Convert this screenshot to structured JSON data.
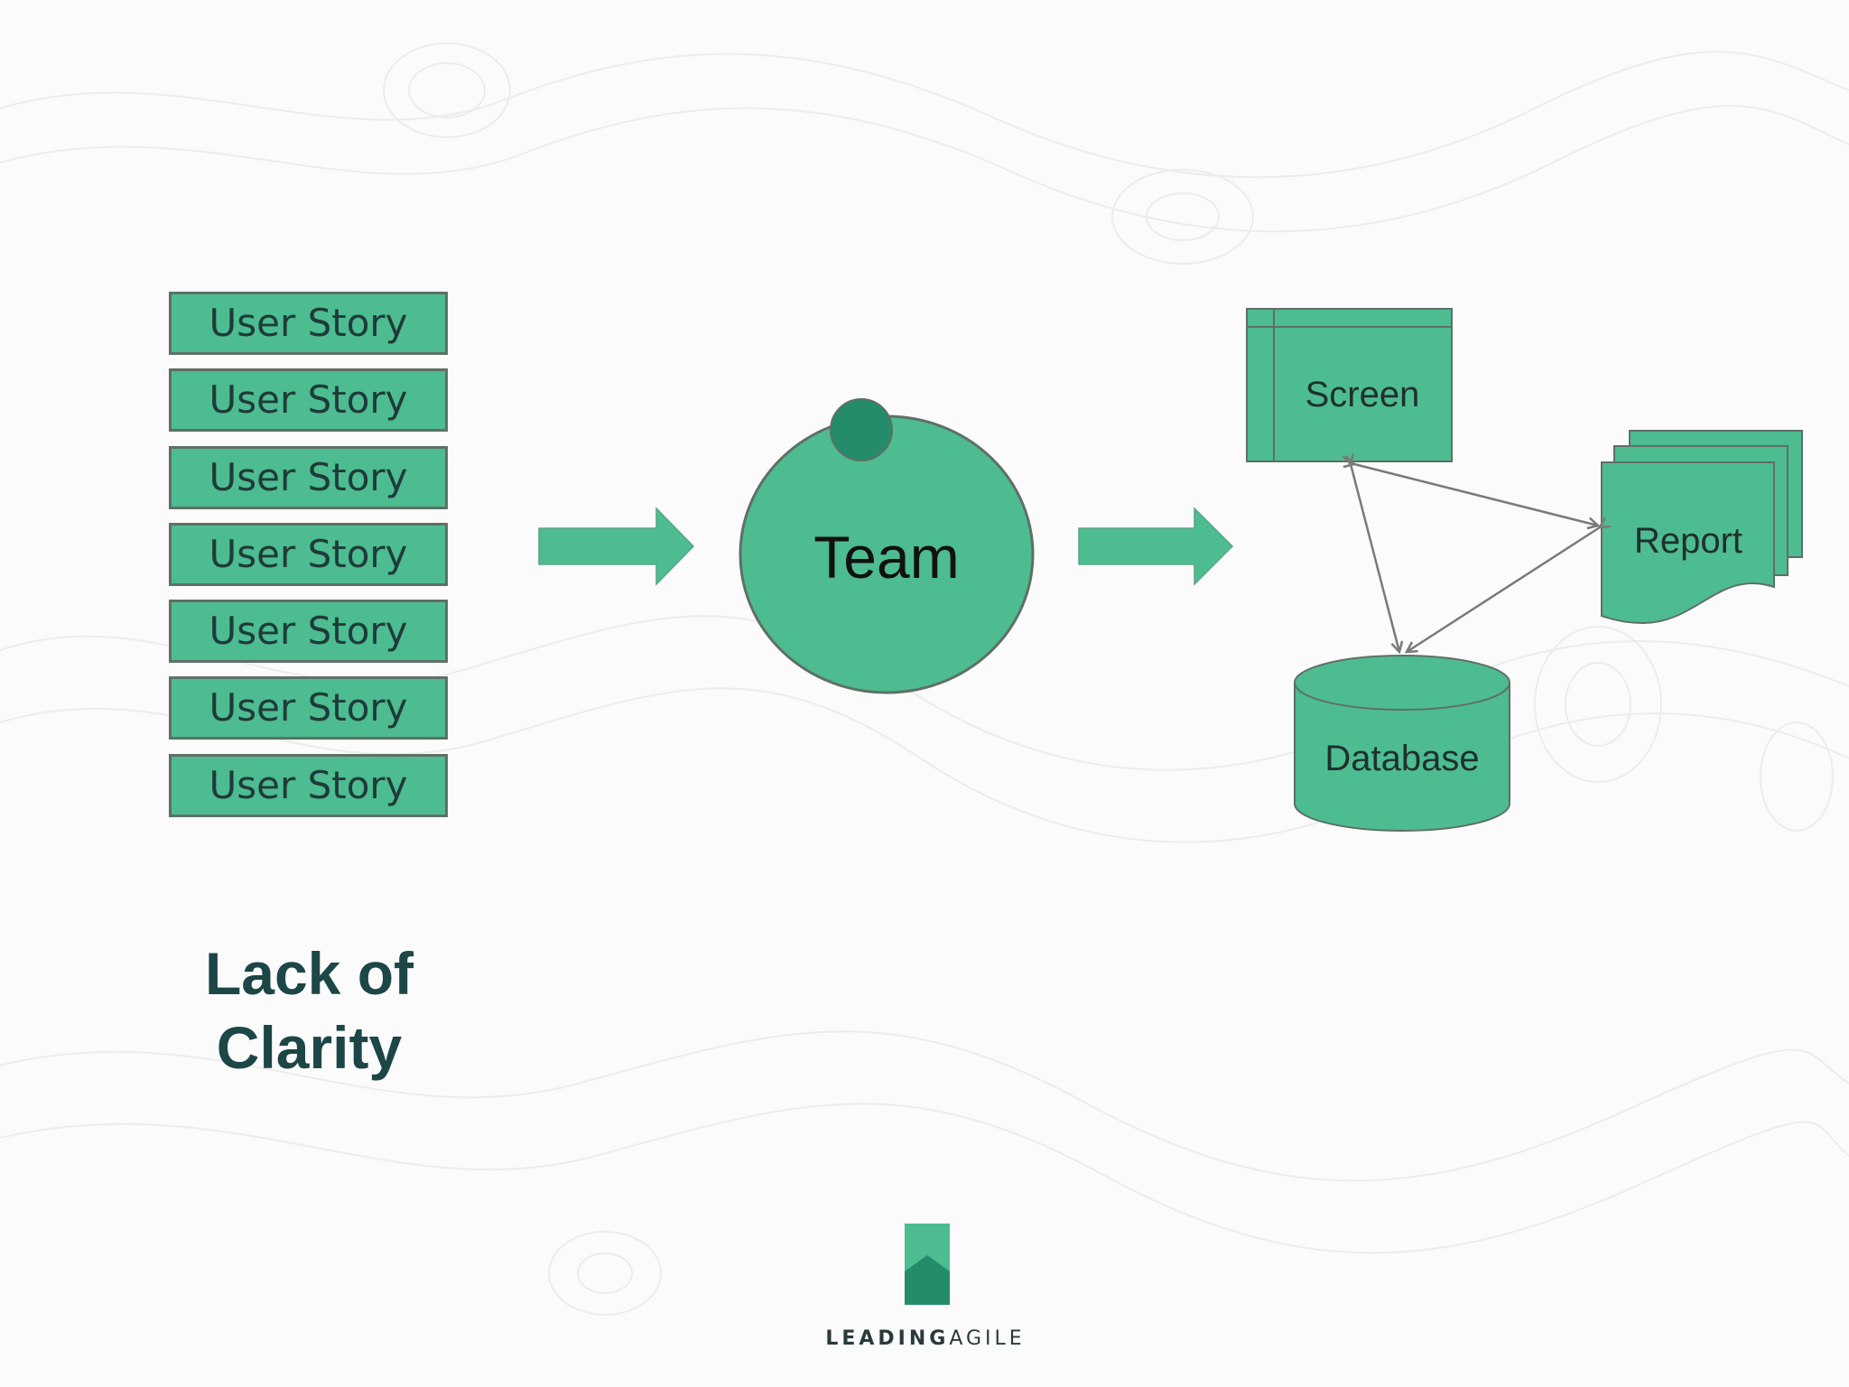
{
  "backlog": {
    "stories": [
      {
        "label": "User Story"
      },
      {
        "label": "User Story"
      },
      {
        "label": "User Story"
      },
      {
        "label": "User Story"
      },
      {
        "label": "User Story"
      },
      {
        "label": "User Story"
      },
      {
        "label": "User Story"
      }
    ],
    "caption_line1": "Lack of",
    "caption_line2": "Clarity"
  },
  "team": {
    "label": "Team"
  },
  "components": {
    "screen": "Screen",
    "report": "Report",
    "database": "Database"
  },
  "logo": {
    "word_bold": "LEADING",
    "word_light": "AGILE"
  },
  "colors": {
    "shape_fill": "#4dbc90",
    "shape_dark": "#248c6a",
    "caption": "#1d4646",
    "connector": "#7a7a7a"
  }
}
